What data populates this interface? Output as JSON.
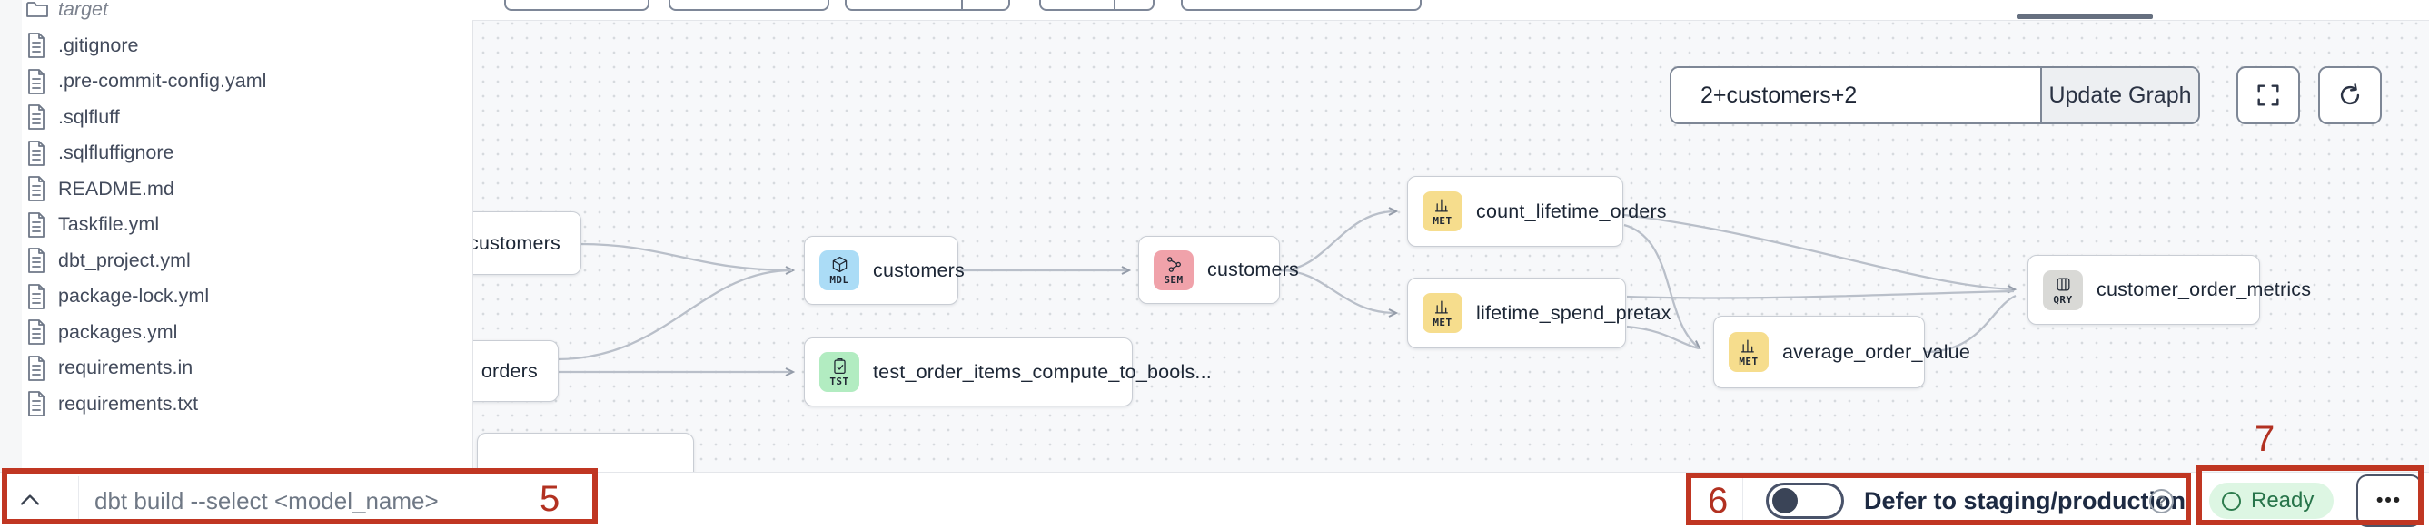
{
  "colors": {
    "annotation_red": "#c03622",
    "annotation_number_red": "#b23121",
    "badge_model_blue": "#abdcf6",
    "badge_semantic_pink": "#f0a2aa",
    "badge_test_green": "#b2ecc1",
    "badge_metric_yellow": "#f6dd8d",
    "badge_query_gray": "#d9d9d6",
    "ready_badge_bg": "#ddf6e3",
    "ready_badge_text": "#27744a",
    "canvas_bg": "#f7f8fa"
  },
  "sidebar": {
    "files": [
      {
        "name": "target",
        "icon": "folder-icon",
        "muted": true
      },
      {
        "name": ".gitignore",
        "icon": "file-icon"
      },
      {
        "name": ".pre-commit-config.yaml",
        "icon": "file-icon"
      },
      {
        "name": ".sqlfluff",
        "icon": "file-icon"
      },
      {
        "name": ".sqlfluffignore",
        "icon": "file-icon"
      },
      {
        "name": "README.md",
        "icon": "file-icon"
      },
      {
        "name": "Taskfile.yml",
        "icon": "file-icon"
      },
      {
        "name": "dbt_project.yml",
        "icon": "file-icon"
      },
      {
        "name": "package-lock.yml",
        "icon": "file-icon"
      },
      {
        "name": "packages.yml",
        "icon": "file-icon"
      },
      {
        "name": "requirements.in",
        "icon": "file-icon"
      },
      {
        "name": "requirements.txt",
        "icon": "file-icon"
      }
    ]
  },
  "graph": {
    "controls": {
      "selector_value": "2+customers+2",
      "update_button_label": "Update Graph",
      "fullscreen_icon": "fullscreen-icon",
      "refresh_icon": "refresh-icon"
    },
    "nodes": [
      {
        "label": "stg_customers"
      },
      {
        "label": "orders"
      },
      {
        "label": "customers",
        "badge": "MDL",
        "icon": "cube-icon"
      },
      {
        "label": "test_order_items_compute_to_bools...",
        "badge": "TST",
        "icon": "clipboard-check-icon"
      },
      {
        "label": "customers",
        "badge": "SEM",
        "icon": "branch-icon"
      },
      {
        "label": "count_lifetime_orders",
        "badge": "MET",
        "icon": "bar-chart-icon"
      },
      {
        "label": "lifetime_spend_pretax",
        "badge": "MET",
        "icon": "bar-chart-icon"
      },
      {
        "label": "average_order_value",
        "badge": "MET",
        "icon": "bar-chart-icon"
      },
      {
        "label": "customer_order_metrics",
        "badge": "QRY",
        "icon": "table-icon"
      }
    ]
  },
  "bottom_bar": {
    "command_placeholder": "dbt build --select <model_name>",
    "defer_label": "Defer to staging/production",
    "status_label": "Ready",
    "menu_label": "•••"
  },
  "annotations": [
    {
      "label": "5"
    },
    {
      "label": "6"
    },
    {
      "label": "7"
    }
  ]
}
